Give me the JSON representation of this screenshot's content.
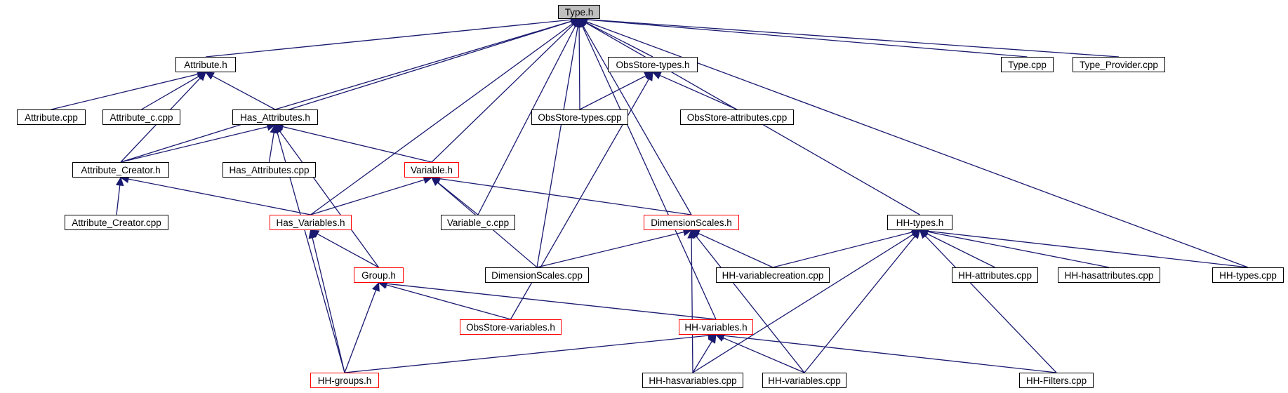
{
  "colors": {
    "edge": "#191970",
    "node_border": "#000000",
    "highlight_border": "#ff0000",
    "root_fill": "#bfbfbf"
  },
  "nodes": {
    "type_h": "Type.h",
    "attribute_h": "Attribute.h",
    "obsstore_types_h": "ObsStore-types.h",
    "type_cpp": "Type.cpp",
    "type_provider_cpp": "Type_Provider.cpp",
    "attribute_cpp": "Attribute.cpp",
    "attribute_c_cpp": "Attribute_c.cpp",
    "has_attributes_h": "Has_Attributes.h",
    "obsstore_types_cpp": "ObsStore-types.cpp",
    "obsstore_attributes_cpp": "ObsStore-attributes.cpp",
    "attribute_creator_h": "Attribute_Creator.h",
    "has_attributes_cpp": "Has_Attributes.cpp",
    "variable_h": "Variable.h",
    "attribute_creator_cpp": "Attribute_Creator.cpp",
    "has_variables_h": "Has_Variables.h",
    "variable_c_cpp": "Variable_c.cpp",
    "dimensionscales_h": "DimensionScales.h",
    "hh_types_h": "HH-types.h",
    "group_h": "Group.h",
    "dimensionscales_cpp": "DimensionScales.cpp",
    "hh_variablecreation_cpp": "HH-variablecreation.cpp",
    "hh_attributes_cpp": "HH-attributes.cpp",
    "hh_hasattributes_cpp": "HH-hasattributes.cpp",
    "hh_types_cpp": "HH-types.cpp",
    "obsstore_variables_h": "ObsStore-variables.h",
    "hh_variables_h": "HH-variables.h",
    "hh_groups_h": "HH-groups.h",
    "hh_hasvariables_cpp": "HH-hasvariables.cpp",
    "hh_variables_cpp": "HH-variables.cpp",
    "hh_filters_cpp": "HH-Filters.cpp"
  },
  "edges": [
    [
      "attribute_h",
      "type_h"
    ],
    [
      "has_attributes_h",
      "type_h"
    ],
    [
      "attribute_creator_h",
      "type_h"
    ],
    [
      "obsstore_types_h",
      "type_h"
    ],
    [
      "obsstore_types_cpp",
      "type_h"
    ],
    [
      "type_cpp",
      "type_h"
    ],
    [
      "type_provider_cpp",
      "type_h"
    ],
    [
      "variable_h",
      "type_h"
    ],
    [
      "has_variables_h",
      "type_h"
    ],
    [
      "variable_c_cpp",
      "type_h"
    ],
    [
      "dimensionscales_cpp",
      "type_h"
    ],
    [
      "dimensionscales_h",
      "type_h"
    ],
    [
      "hh_types_h",
      "type_h"
    ],
    [
      "hh_types_cpp",
      "type_h"
    ],
    [
      "hh_variables_h",
      "type_h"
    ],
    [
      "attribute_cpp",
      "attribute_h"
    ],
    [
      "attribute_c_cpp",
      "attribute_h"
    ],
    [
      "has_attributes_h",
      "attribute_h"
    ],
    [
      "attribute_creator_h",
      "attribute_h"
    ],
    [
      "obsstore_types_cpp",
      "obsstore_types_h"
    ],
    [
      "obsstore_attributes_cpp",
      "obsstore_types_h"
    ],
    [
      "obsstore_variables_h",
      "obsstore_types_h"
    ],
    [
      "attribute_creator_h",
      "has_attributes_h"
    ],
    [
      "has_attributes_cpp",
      "has_attributes_h"
    ],
    [
      "variable_h",
      "has_attributes_h"
    ],
    [
      "group_h",
      "has_attributes_h"
    ],
    [
      "hh_groups_h",
      "has_attributes_h"
    ],
    [
      "attribute_creator_cpp",
      "attribute_creator_h"
    ],
    [
      "has_variables_h",
      "attribute_creator_h"
    ],
    [
      "has_variables_h",
      "variable_h"
    ],
    [
      "variable_c_cpp",
      "variable_h"
    ],
    [
      "dimensionscales_h",
      "variable_h"
    ],
    [
      "dimensionscales_cpp",
      "variable_h"
    ],
    [
      "group_h",
      "has_variables_h"
    ],
    [
      "hh_groups_h",
      "has_variables_h"
    ],
    [
      "dimensionscales_cpp",
      "dimensionscales_h"
    ],
    [
      "hh_variablecreation_cpp",
      "dimensionscales_h"
    ],
    [
      "hh_hasvariables_cpp",
      "dimensionscales_h"
    ],
    [
      "hh_variables_cpp",
      "dimensionscales_h"
    ],
    [
      "hh_variablecreation_cpp",
      "hh_types_h"
    ],
    [
      "hh_attributes_cpp",
      "hh_types_h"
    ],
    [
      "hh_hasattributes_cpp",
      "hh_types_h"
    ],
    [
      "hh_types_cpp",
      "hh_types_h"
    ],
    [
      "hh_hasvariables_cpp",
      "hh_types_h"
    ],
    [
      "hh_variables_cpp",
      "hh_types_h"
    ],
    [
      "hh_filters_cpp",
      "hh_types_h"
    ],
    [
      "obsstore_variables_h",
      "group_h"
    ],
    [
      "hh_variables_h",
      "group_h"
    ],
    [
      "hh_groups_h",
      "group_h"
    ],
    [
      "hh_groups_h",
      "hh_variables_h"
    ],
    [
      "hh_hasvariables_cpp",
      "hh_variables_h"
    ],
    [
      "hh_variables_cpp",
      "hh_variables_h"
    ],
    [
      "hh_filters_cpp",
      "hh_variables_h"
    ]
  ]
}
